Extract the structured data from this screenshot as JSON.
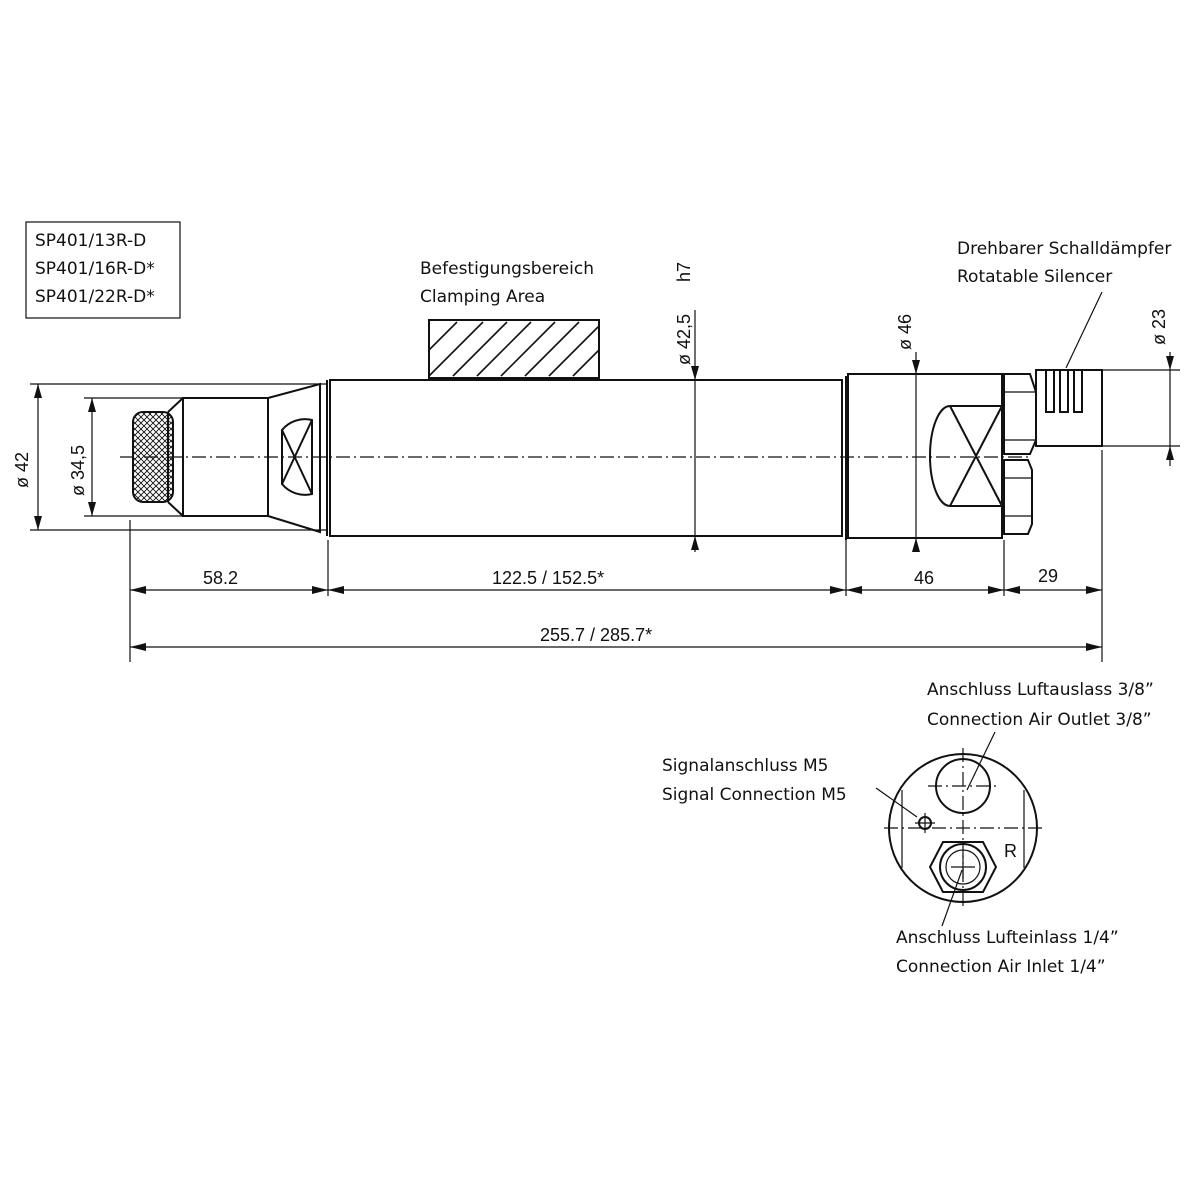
{
  "models": [
    "SP401/13R-D",
    "SP401/16R-D*",
    "SP401/22R-D*"
  ],
  "clamping_label": [
    "Befestigungsbereich",
    "Clamping Area"
  ],
  "silencer_label": [
    "Drehbarer Schalldämpfer",
    "Rotatable Silencer"
  ],
  "diameters": {
    "d42": "ø 42",
    "d345": "ø 34,5",
    "d425": "ø 42,5",
    "h7": "h7",
    "d46": "ø 46",
    "d23": "ø 23"
  },
  "dimensions": {
    "nose": "58.2",
    "body": "122.5 / 152.5*",
    "head": "46",
    "silencer": "29",
    "total": "255.7 / 285.7*"
  },
  "end_view": {
    "outlet": [
      "Anschluss Luftauslass 3/8”",
      "Connection Air Outlet 3/8”"
    ],
    "signal": [
      "Signalanschluss M5",
      "Signal Connection M5"
    ],
    "inlet": [
      "Anschluss Lufteinlass 1/4”",
      "Connection Air Inlet 1/4”"
    ],
    "rotation_mark": "R"
  }
}
